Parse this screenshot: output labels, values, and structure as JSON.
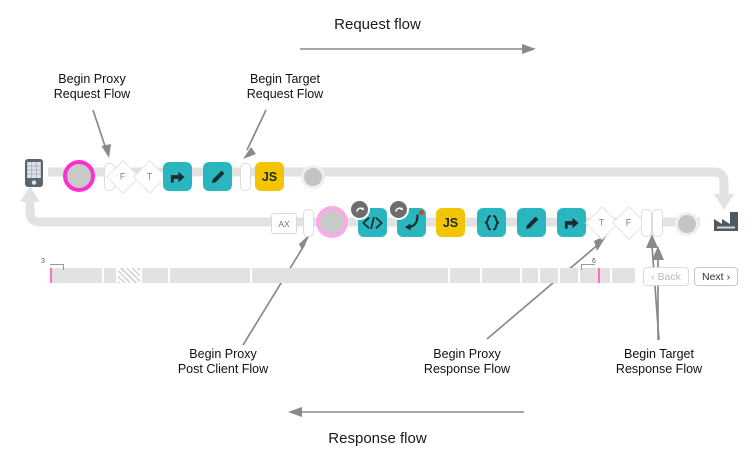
{
  "diagram": {
    "title_top": "Request flow",
    "title_bottom": "Response flow",
    "callouts": [
      {
        "id": "begin-proxy-request-flow",
        "line1": "Begin Proxy",
        "line2": "Request Flow"
      },
      {
        "id": "begin-target-request-flow",
        "line1": "Begin Target",
        "line2": "Request Flow"
      },
      {
        "id": "begin-proxy-post-client-flow",
        "line1": "Begin Proxy",
        "line2": "Post Client Flow"
      },
      {
        "id": "begin-proxy-response-flow",
        "line1": "Begin Proxy",
        "line2": "Response Flow"
      },
      {
        "id": "begin-target-response-flow",
        "line1": "Begin Target",
        "line2": "Response Flow"
      }
    ],
    "request_row": {
      "nodes": [
        {
          "name": "client-device-icon",
          "type": "phone",
          "label": ""
        },
        {
          "name": "proxy-request-flow-start-ring",
          "type": "ring-magenta",
          "label": ""
        },
        {
          "name": "flow-separator-pill-1",
          "type": "pill",
          "label": ""
        },
        {
          "name": "condition-diamond-false-1",
          "type": "diamond-f",
          "label": "F"
        },
        {
          "name": "condition-diamond-true-1",
          "type": "diamond-t",
          "label": "T"
        },
        {
          "name": "policy-service-callout-1",
          "type": "tile-share",
          "label": ""
        },
        {
          "name": "policy-assign-message-1",
          "type": "tile-pencil",
          "label": ""
        },
        {
          "name": "flow-separator-pill-2",
          "type": "pill",
          "label": ""
        },
        {
          "name": "policy-javascript-1",
          "type": "tile-js",
          "label": "JS"
        },
        {
          "name": "target-request-endpoint-dot",
          "type": "dot",
          "label": ""
        }
      ]
    },
    "response_row": {
      "nodes": [
        {
          "name": "policy-ax-box",
          "type": "axbox",
          "label": "AX"
        },
        {
          "name": "flow-separator-pill-3",
          "type": "pill",
          "label": ""
        },
        {
          "name": "proxy-post-client-flow-ring",
          "type": "ring-soft",
          "label": ""
        },
        {
          "name": "policy-extract-variables",
          "type": "tile-code",
          "label": ""
        },
        {
          "name": "policy-raise-fault",
          "type": "tile-curvedarrow",
          "label": ""
        },
        {
          "name": "policy-javascript-2",
          "type": "tile-js",
          "label": "JS"
        },
        {
          "name": "policy-json-to-xml",
          "type": "tile-braces",
          "label": ""
        },
        {
          "name": "policy-assign-message-2",
          "type": "tile-pencil",
          "label": ""
        },
        {
          "name": "policy-service-callout-2",
          "type": "tile-share",
          "label": ""
        },
        {
          "name": "condition-diamond-true-2",
          "type": "diamond-t",
          "label": "T"
        },
        {
          "name": "condition-diamond-false-2",
          "type": "diamond-f2",
          "label": "F"
        },
        {
          "name": "flow-separator-pill-4",
          "type": "pill",
          "label": ""
        },
        {
          "name": "flow-separator-pill-5",
          "type": "pill",
          "label": ""
        },
        {
          "name": "target-response-endpoint-dot",
          "type": "dot",
          "label": ""
        },
        {
          "name": "target-server-icon",
          "type": "factory",
          "label": ""
        }
      ]
    },
    "timeline": {
      "left_tick": "3",
      "right_tick": "6",
      "back_label": "Back",
      "next_label": "Next",
      "back_chevron": "‹",
      "next_chevron": "›"
    },
    "colors": {
      "teal": "#29b6bf",
      "yellow": "#f2c500",
      "magenta": "#ff2fd0",
      "magenta_soft": "#ffa8e8",
      "rail": "#e2e2e2",
      "slate": "#4e5a61",
      "arrow_gray": "#808080"
    }
  }
}
